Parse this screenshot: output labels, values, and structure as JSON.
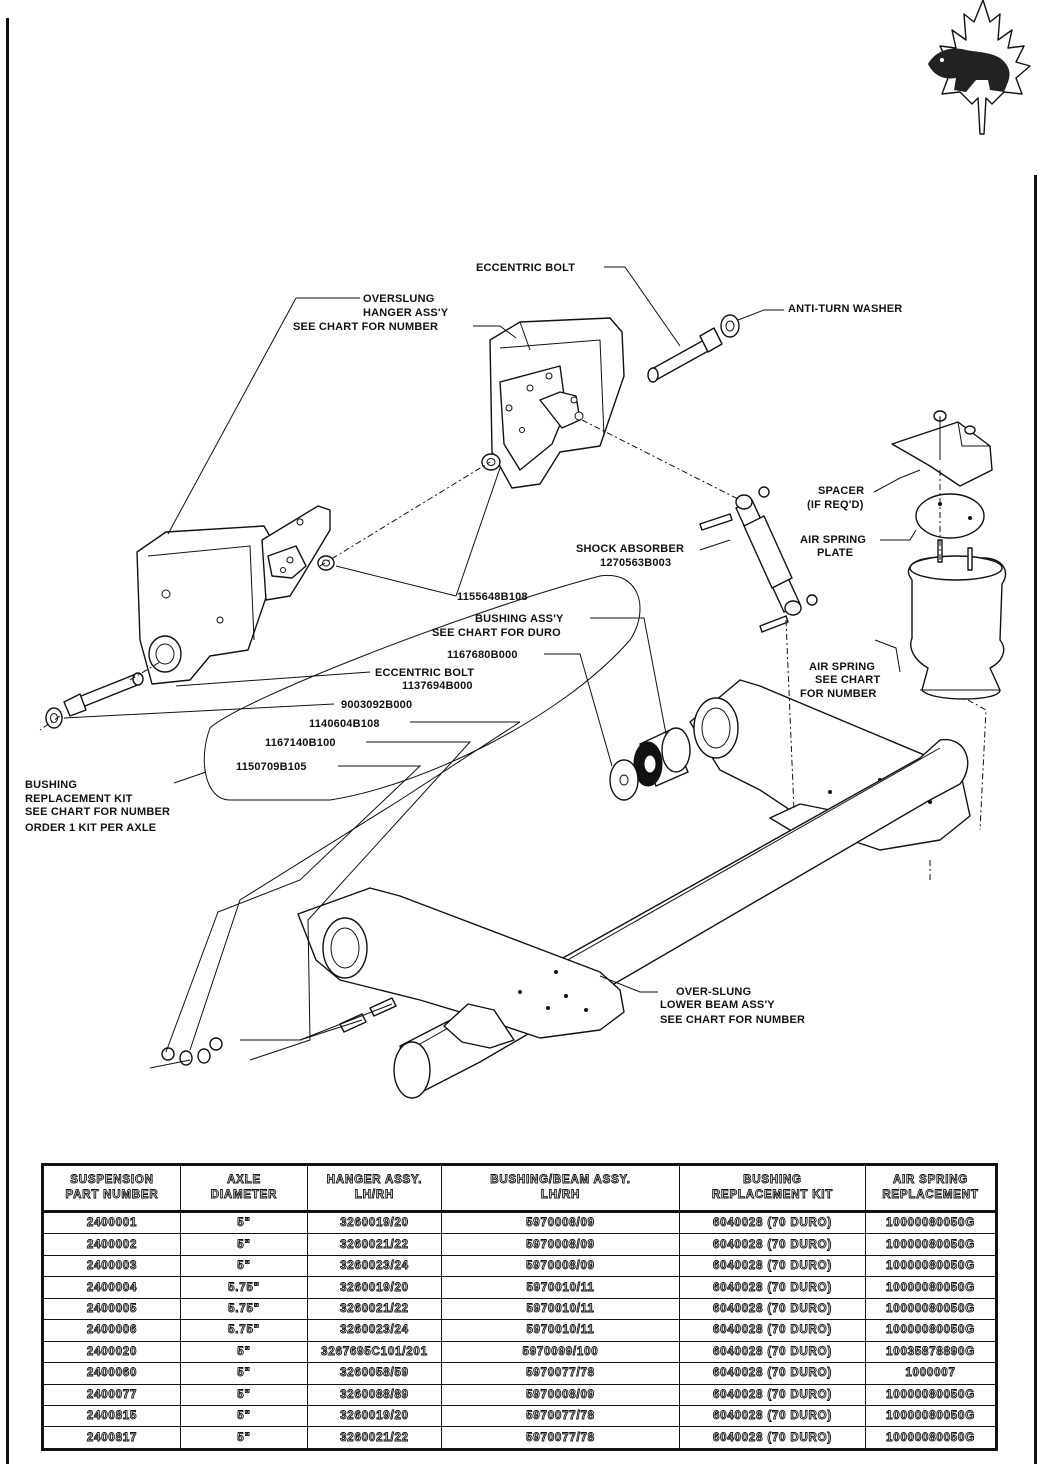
{
  "callouts": {
    "eccentric_bolt_top": "ECCENTRIC BOLT",
    "anti_turn_washer": "ANTI-TURN WASHER",
    "overslung_hanger": [
      "OVERSLUNG",
      "HANGER ASS'Y",
      "SEE CHART FOR NUMBER"
    ],
    "spacer": [
      "SPACER",
      "(IF REQ'D)"
    ],
    "air_spring_plate": [
      "AIR SPRING",
      "PLATE"
    ],
    "shock_absorber": [
      "SHOCK ABSORBER",
      "1270563B003"
    ],
    "part_1155648": "1155648B108",
    "bushing_assy": [
      "BUSHING ASS'Y",
      "SEE CHART FOR DURO"
    ],
    "part_1167680": "1167680B000",
    "air_spring": [
      "AIR SPRING",
      "SEE CHART",
      "FOR NUMBER"
    ],
    "eccentric_bolt_lower": [
      "ECCENTRIC BOLT",
      "1137694B000"
    ],
    "part_9003092": "9003092B000",
    "part_1140604": "1140604B108",
    "part_1167140": "1167140B100",
    "part_1150709": "1150709B105",
    "bushing_kit": [
      "BUSHING",
      "REPLACEMENT KIT",
      "SEE CHART FOR NUMBER",
      "ORDER 1 KIT PER AXLE"
    ],
    "lower_beam": [
      "OVER-SLUNG",
      "LOWER BEAM ASS'Y",
      "SEE CHART FOR NUMBER"
    ]
  },
  "table": {
    "headers": [
      [
        "SUSPENSION",
        "PART NUMBER"
      ],
      [
        "AXLE",
        "DIAMETER"
      ],
      [
        "HANGER ASSY.",
        "LH/RH"
      ],
      [
        "BUSHING/BEAM ASSY.",
        "LH/RH"
      ],
      [
        "BUSHING",
        "REPLACEMENT KIT"
      ],
      [
        "AIR SPRING",
        "REPLACEMENT"
      ]
    ],
    "rows": [
      [
        "2400001",
        "5\"",
        "3260019/20",
        "5970008/09",
        "6040028 (70 DURO)",
        "10000080050G"
      ],
      [
        "2400002",
        "5\"",
        "3260021/22",
        "5970008/09",
        "6040028 (70 DURO)",
        "10000080050G"
      ],
      [
        "2400003",
        "5\"",
        "3260023/24",
        "5970008/09",
        "6040028 (70 DURO)",
        "10000080050G"
      ],
      [
        "2400004",
        "5.75\"",
        "3260019/20",
        "5970010/11",
        "6040028 (70 DURO)",
        "10000080050G"
      ],
      [
        "2400005",
        "5.75\"",
        "3260021/22",
        "5970010/11",
        "6040028 (70 DURO)",
        "10000080050G"
      ],
      [
        "2400006",
        "5.75\"",
        "3260023/24",
        "5970010/11",
        "6040028 (70 DURO)",
        "10000080050G"
      ],
      [
        "2400020",
        "5\"",
        "3267695C101/201",
        "5970099/100",
        "6040028 (70 DURO)",
        "10035878890G"
      ],
      [
        "2400060",
        "5\"",
        "3260058/59",
        "5970077/78",
        "6040028 (70 DURO)",
        "1000007"
      ],
      [
        "2400077",
        "5\"",
        "3260088/89",
        "5970008/09",
        "6040028 (70 DURO)",
        "10000080050G"
      ],
      [
        "2400815",
        "5\"",
        "3260019/20",
        "5970077/78",
        "6040028 (70 DURO)",
        "10000080050G"
      ],
      [
        "2400817",
        "5\"",
        "3260021/22",
        "5970077/78",
        "6040028 (70 DURO)",
        "10000080050G"
      ]
    ]
  }
}
